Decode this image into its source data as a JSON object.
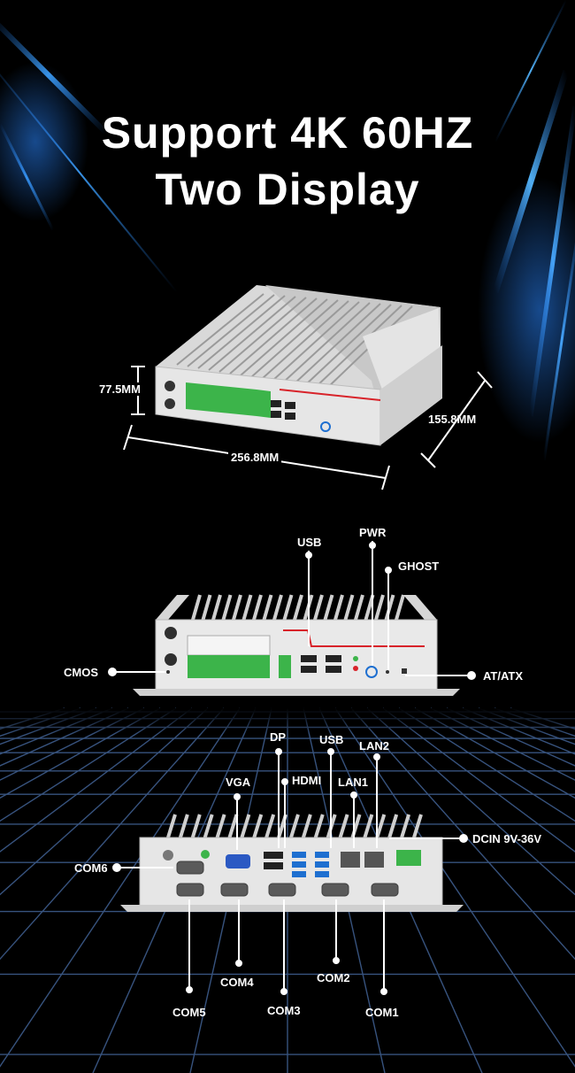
{
  "headline": {
    "line1": "Support 4K 60HZ",
    "line2": "Two Display"
  },
  "dimensions": {
    "height": "77.5MM",
    "depth": "155.8MM",
    "width": "256.8MM"
  },
  "front_labels": {
    "usb": "USB",
    "pwr": "PWR",
    "ghost": "GHOST",
    "cmos": "CMOS",
    "atatx": "AT/ATX"
  },
  "rear_labels": {
    "dp": "DP",
    "usb": "USB",
    "lan2": "LAN2",
    "vga": "VGA",
    "hdmi": "HDMI",
    "lan1": "LAN1",
    "dcin": "DCIN 9V-36V",
    "com6": "COM6",
    "com4": "COM4",
    "com2": "COM2",
    "com5": "COM5",
    "com3": "COM3",
    "com1": "COM1"
  },
  "colors": {
    "background": "#000000",
    "chassis": "#dcdcdc",
    "accent_blue": "#1e6fd0",
    "terminal_green": "#3cb44a",
    "stripe_red": "#d8232a"
  }
}
